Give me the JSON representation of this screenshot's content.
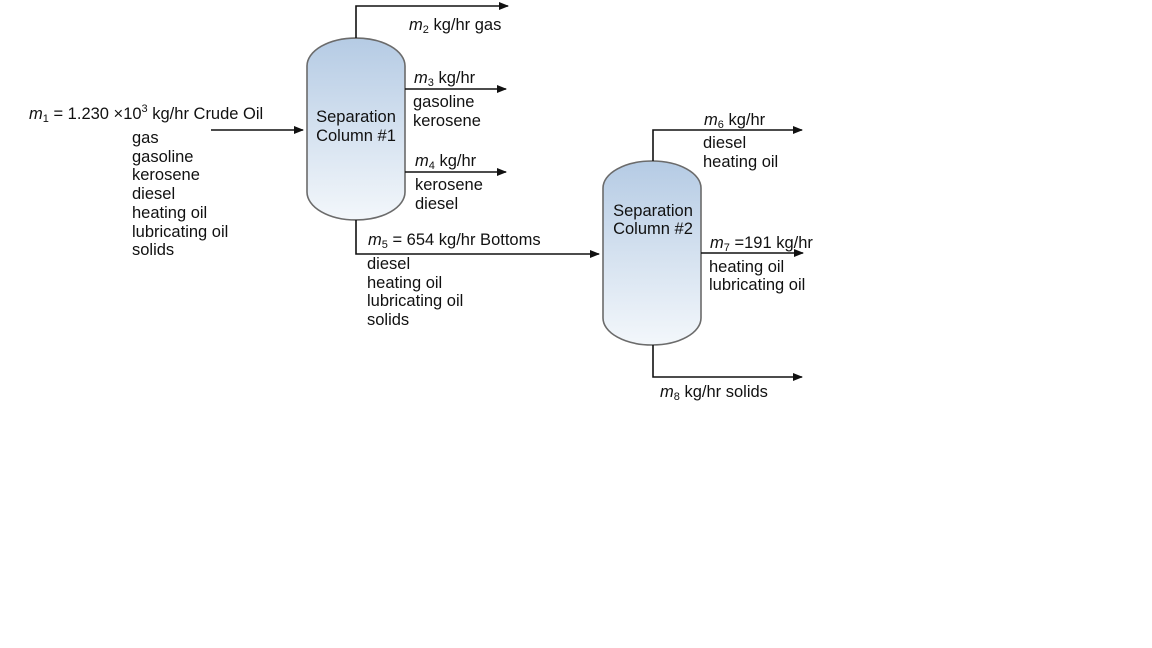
{
  "colors": {
    "column_top": "#b5cbe4",
    "column_bottom": "#f3f7fb",
    "column_outline": "#6b6b6b",
    "line": "#111111"
  },
  "columns": [
    {
      "line1": "Separation",
      "line2": "Column #1"
    },
    {
      "line1": "Separation",
      "line2": "Column #2"
    }
  ],
  "streams": {
    "m1": {
      "sym": "m",
      "sub": "1",
      "text": " = 1.230 ×10",
      "sup": "3",
      "unit": " kg/hr Crude Oil",
      "components": [
        "gas",
        "gasoline",
        "kerosene",
        "diesel",
        "heating oil",
        "lubricating oil",
        "solids"
      ]
    },
    "m2": {
      "sym": "m",
      "sub": "2",
      "text": " kg/hr gas",
      "components": []
    },
    "m3": {
      "sym": "m",
      "sub": "3",
      "text": " kg/hr",
      "components": [
        "gasoline",
        "kerosene"
      ]
    },
    "m4": {
      "sym": "m",
      "sub": "4",
      "text": " kg/hr",
      "components": [
        "kerosene",
        "diesel"
      ]
    },
    "m5": {
      "sym": "m",
      "sub": "5",
      "text": " = 654 kg/hr Bottoms",
      "components": [
        "diesel",
        "heating oil",
        "lubricating oil",
        "solids"
      ]
    },
    "m6": {
      "sym": "m",
      "sub": "6",
      "text": " kg/hr",
      "components": [
        "diesel",
        "heating oil"
      ]
    },
    "m7": {
      "sym": "m",
      "sub": "7",
      "text": " =191 kg/hr",
      "components": [
        "heating oil",
        "lubricating oil"
      ]
    },
    "m8": {
      "sym": "m",
      "sub": "8",
      "text": " kg/hr solids",
      "components": []
    }
  }
}
